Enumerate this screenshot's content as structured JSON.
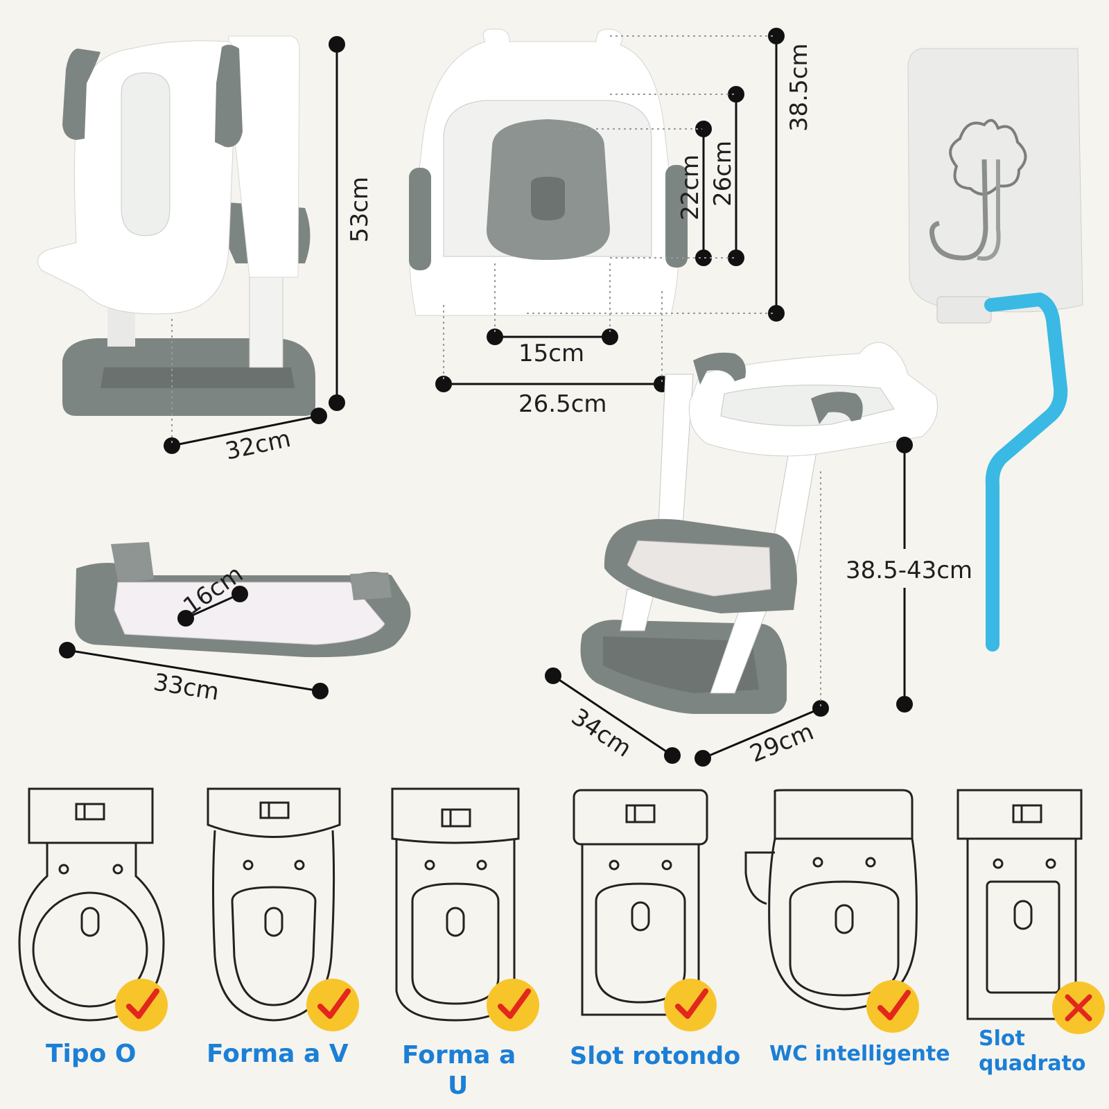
{
  "dimensions": {
    "side_height": "53cm",
    "side_base": "32cm",
    "top_height": "38.5cm",
    "top_outer": "26cm",
    "top_inner": "22cm",
    "top_hole_width": "15cm",
    "top_width": "26.5cm",
    "step_depth": "16cm",
    "step_width": "33cm",
    "ladder_height": "38.5-43cm",
    "ladder_depth": "34cm",
    "ladder_width": "29cm"
  },
  "toilets": [
    {
      "label": "Tipo O",
      "compatible": true
    },
    {
      "label": "Forma a V",
      "compatible": true
    },
    {
      "label": "Forma a U",
      "compatible": true
    },
    {
      "label": "Slot rotondo",
      "compatible": true
    },
    {
      "label": "WC intelligente",
      "compatible": true
    },
    {
      "label": "Slot quadrato",
      "compatible": false
    }
  ],
  "colors": {
    "gray": "#7d8582",
    "white_part": "#ffffff",
    "brush_blue": "#39b9e3",
    "caption_blue": "#1b7fd6",
    "badge_yellow": "#f7c52a",
    "mark_red": "#e3261e"
  },
  "icons": [
    "check-icon",
    "cross-icon",
    "hook-icon",
    "brush-icon"
  ]
}
